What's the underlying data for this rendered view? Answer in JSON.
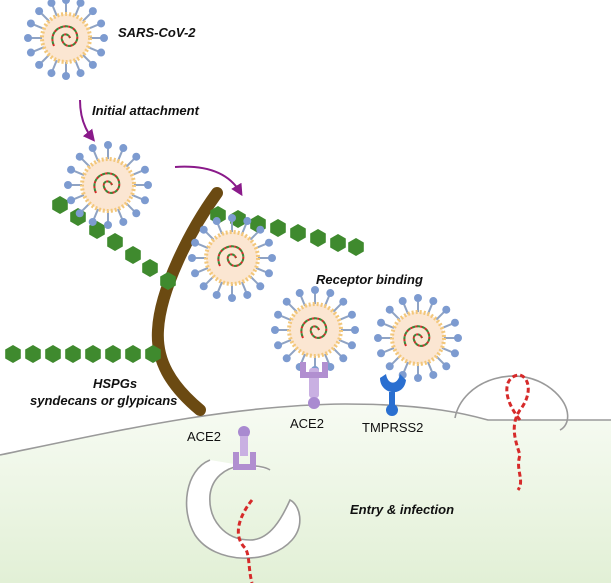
{
  "labels": {
    "virus": "SARS-CoV-2",
    "initial_attachment": "Initial attachment",
    "receptor_binding": "Receptor binding",
    "hspgs_line1": "HSPGs",
    "hspgs_line2": "syndecans or glypicans",
    "ace2_membrane": "ACE2",
    "tmprss2": "TMPRSS2",
    "ace2_endosome": "ACE2",
    "entry": "Entry & infection"
  },
  "colors": {
    "virion_core": "#fbe6d2",
    "virion_membrane": "#f3c77a",
    "spike_stem": "#8fa3c4",
    "spike_head": "#7d9bd0",
    "rna_red": "#d62a2a",
    "rna_green": "#3b8a3b",
    "heparan_hexagon": "#3f8a2e",
    "proteoglycan_core": "#6b4a12",
    "ace2": "#b18fd0",
    "tmprss2": "#2a6fd0",
    "arrow": "#8a1a8a",
    "cell_fill": "#e6f2dc",
    "membrane_line": "#9a9a9a"
  },
  "icons": [
    "virion-icon",
    "curved-arrow-icon",
    "hexagon-chain-icon",
    "ace2-receptor-icon",
    "tmprss2-protease-icon",
    "endosome-icon"
  ]
}
